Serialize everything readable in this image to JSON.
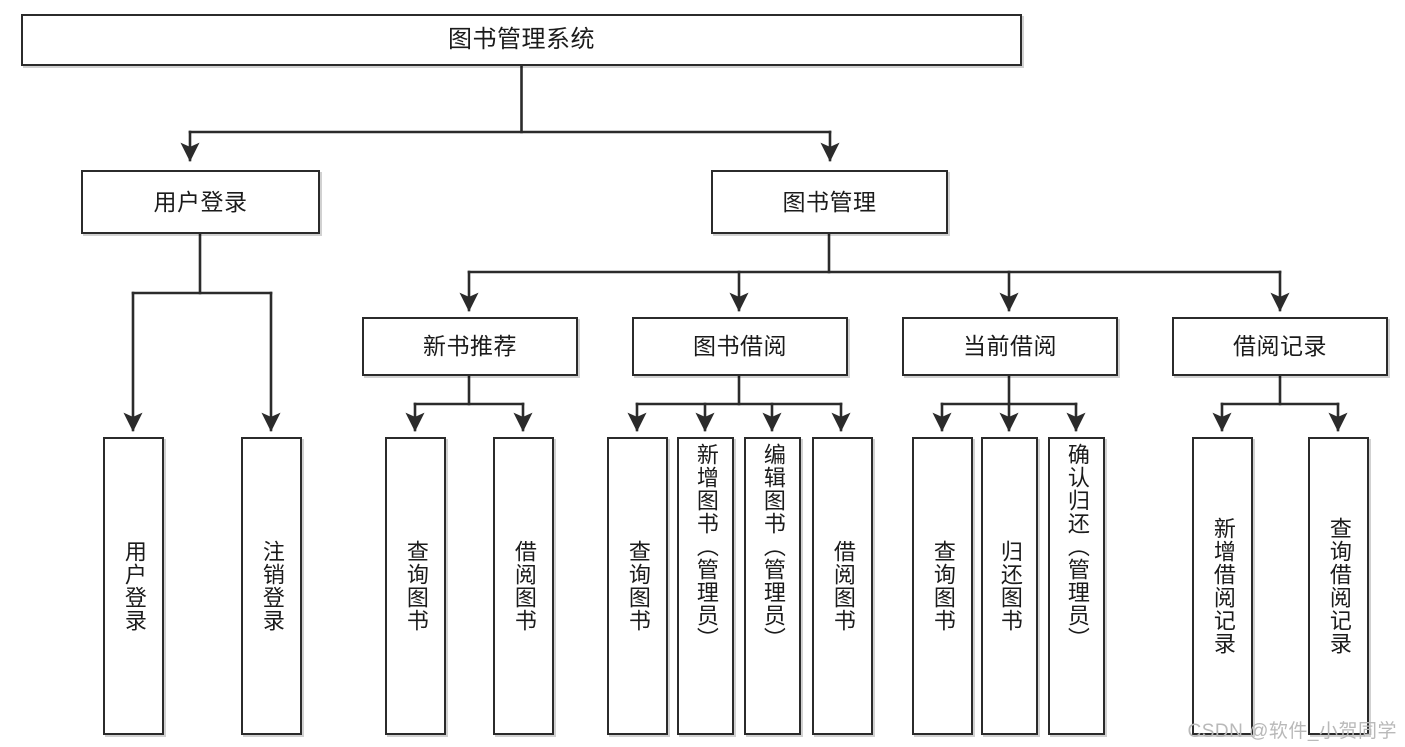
{
  "diagram": {
    "title": "图书管理系统",
    "type": "tree",
    "colors": {
      "box_border": "#2b2b2b",
      "box_fill": "#ffffff",
      "edge": "#2b2b2b",
      "watermark": "#b9b9b9"
    },
    "root": {
      "label": "图书管理系统"
    },
    "level2": [
      {
        "id": "user-login",
        "label": "用户登录"
      },
      {
        "id": "book-manage",
        "label": "图书管理"
      }
    ],
    "level3": [
      {
        "id": "new-book-recommend",
        "label": "新书推荐",
        "parent": "book-manage"
      },
      {
        "id": "book-borrow",
        "label": "图书借阅",
        "parent": "book-manage"
      },
      {
        "id": "current-borrow",
        "label": "当前借阅",
        "parent": "book-manage"
      },
      {
        "id": "borrow-record",
        "label": "借阅记录",
        "parent": "book-manage"
      }
    ],
    "leaves": [
      {
        "id": "leaf-user-login",
        "label": "用户登录",
        "parent": "user-login"
      },
      {
        "id": "leaf-user-logout",
        "label": "注销登录",
        "parent": "user-login"
      },
      {
        "id": "leaf-query-book-1",
        "label": "查询图书",
        "parent": "new-book-recommend"
      },
      {
        "id": "leaf-borrow-book-1",
        "label": "借阅图书",
        "parent": "new-book-recommend"
      },
      {
        "id": "leaf-query-book-2",
        "label": "查询图书",
        "parent": "book-borrow"
      },
      {
        "id": "leaf-add-book",
        "label": "新增图书（管理员）",
        "parent": "book-borrow"
      },
      {
        "id": "leaf-edit-book",
        "label": "编辑图书（管理员）",
        "parent": "book-borrow"
      },
      {
        "id": "leaf-borrow-book-2",
        "label": "借阅图书",
        "parent": "book-borrow"
      },
      {
        "id": "leaf-query-book-3",
        "label": "查询图书",
        "parent": "current-borrow"
      },
      {
        "id": "leaf-return-book",
        "label": "归还图书",
        "parent": "current-borrow"
      },
      {
        "id": "leaf-confirm-return",
        "label": "确认归还（管理员）",
        "parent": "current-borrow"
      },
      {
        "id": "leaf-add-record",
        "label": "新增借阅记录",
        "parent": "borrow-record"
      },
      {
        "id": "leaf-query-record",
        "label": "查询借阅记录",
        "parent": "borrow-record"
      }
    ],
    "watermark": "CSDN @软件_小贺同学"
  }
}
